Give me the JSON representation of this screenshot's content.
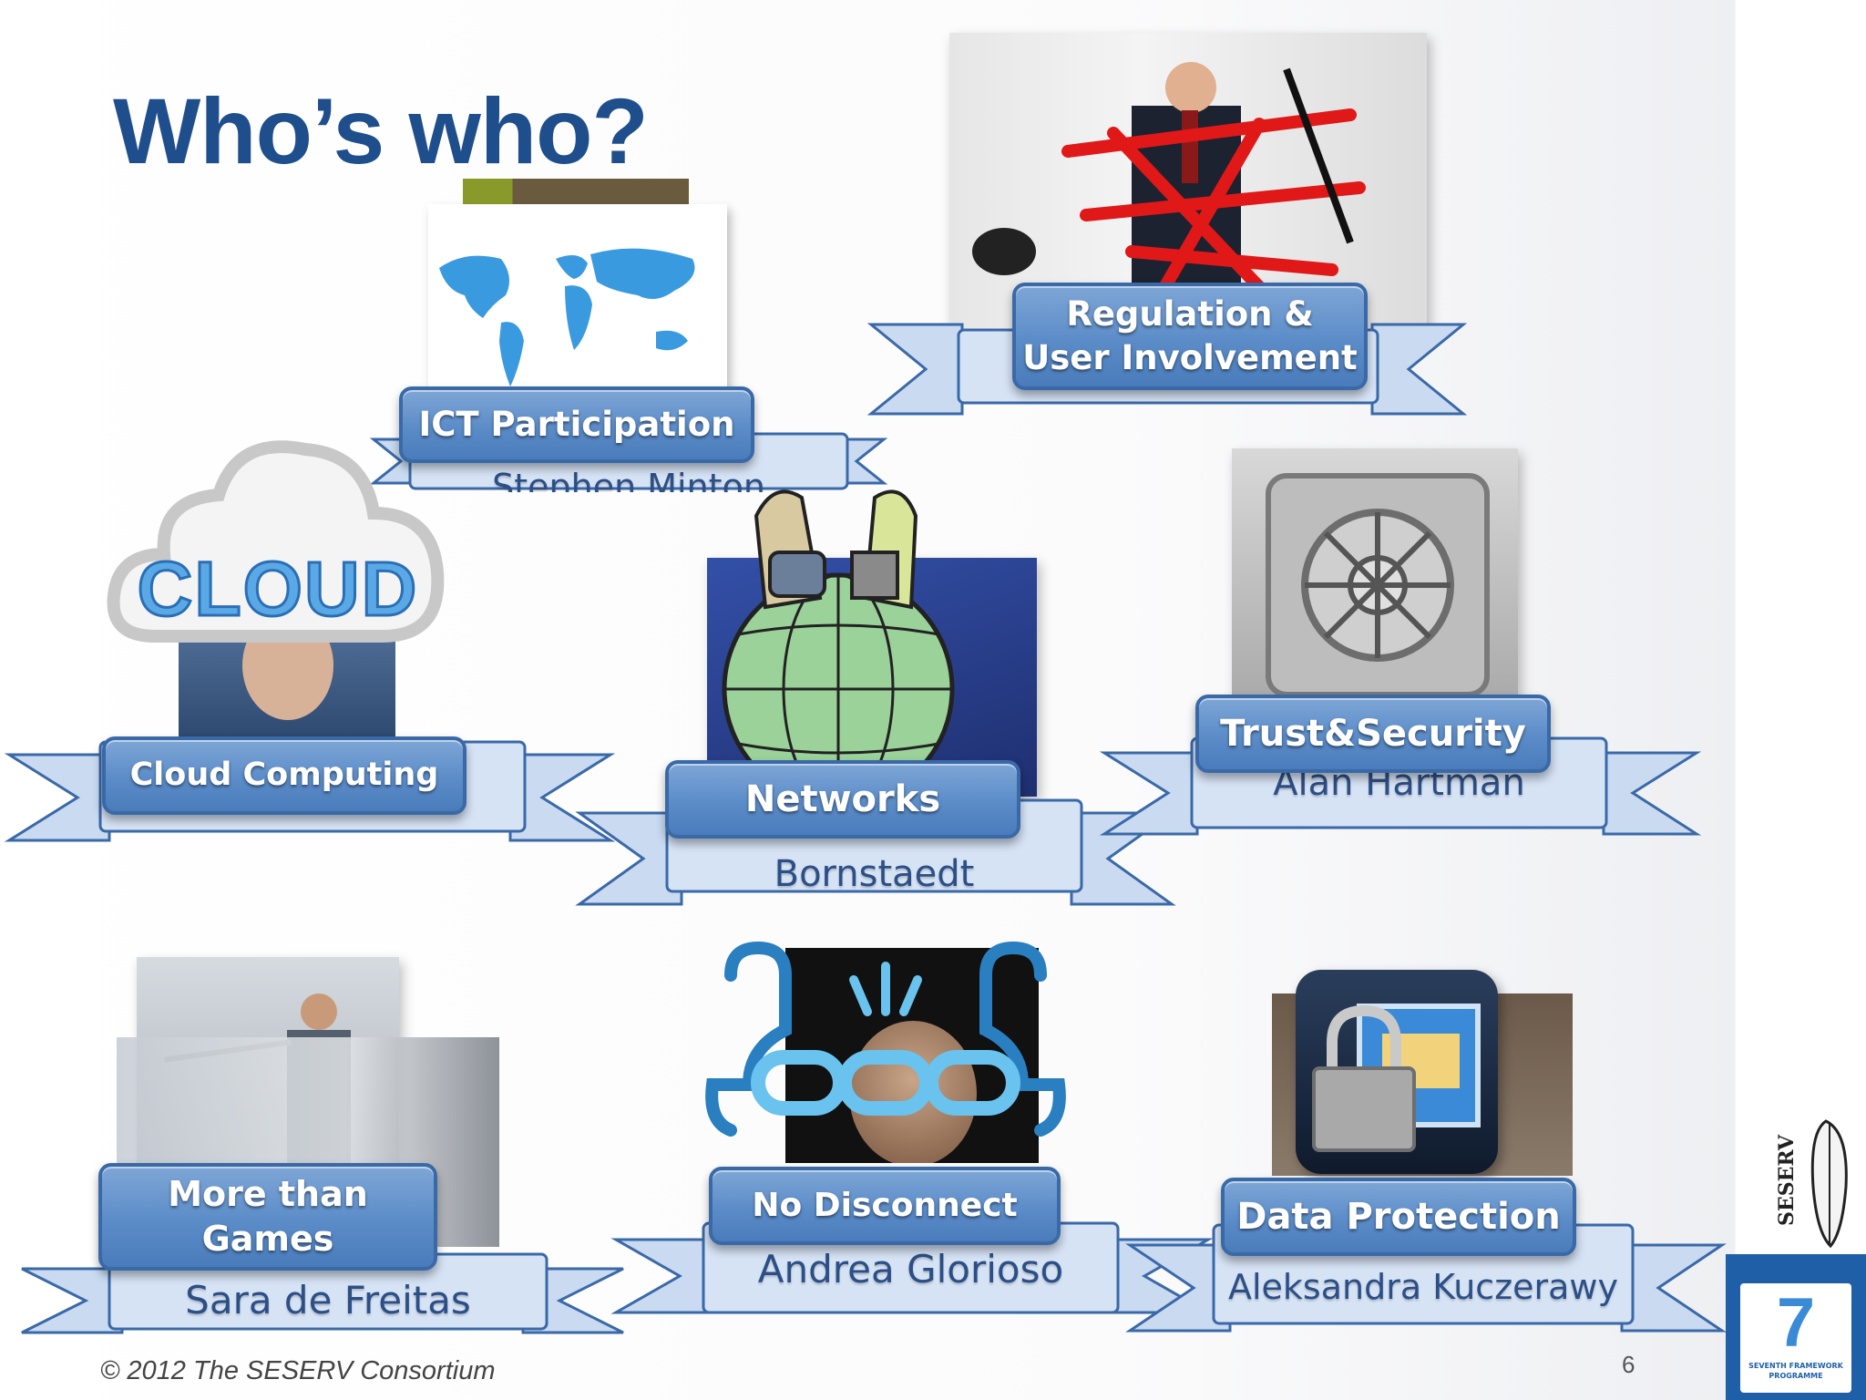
{
  "slide": {
    "title": "Who’s who?",
    "footer": "© 2012 The SESERV Consortium",
    "page_number": "6"
  },
  "banners": {
    "ict": {
      "label": "ICT Participation",
      "name": "Stephen Minton"
    },
    "regulation": {
      "label_line1": "Regulation &",
      "label_line2": "User Involvement"
    },
    "cloud": {
      "label": "Cloud Computing",
      "image_text": "CLOUD"
    },
    "networks": {
      "label": "Networks",
      "name": "Bornstaedt"
    },
    "trust": {
      "label": "Trust&Security",
      "name": "Alan Hartman"
    },
    "games": {
      "label_line1": "More than",
      "label_line2": "Games",
      "name": "Sara de Freitas"
    },
    "disconnect": {
      "label": "No Disconnect",
      "name": "Andrea Glorioso"
    },
    "data": {
      "label": "Data Protection",
      "name": "Aleksandra Kuczerawy"
    }
  },
  "logos": {
    "seserv": "SESERV",
    "fp7_line1": "SEVENTH FRAMEWORK",
    "fp7_line2": "PROGRAMME"
  },
  "colors": {
    "title": "#1f4e8c",
    "plate": "#5b8cc8",
    "ribbon": "#c9daf1",
    "ribbon_border": "#3a69a8",
    "fp7_blue": "#1f5fa8"
  }
}
